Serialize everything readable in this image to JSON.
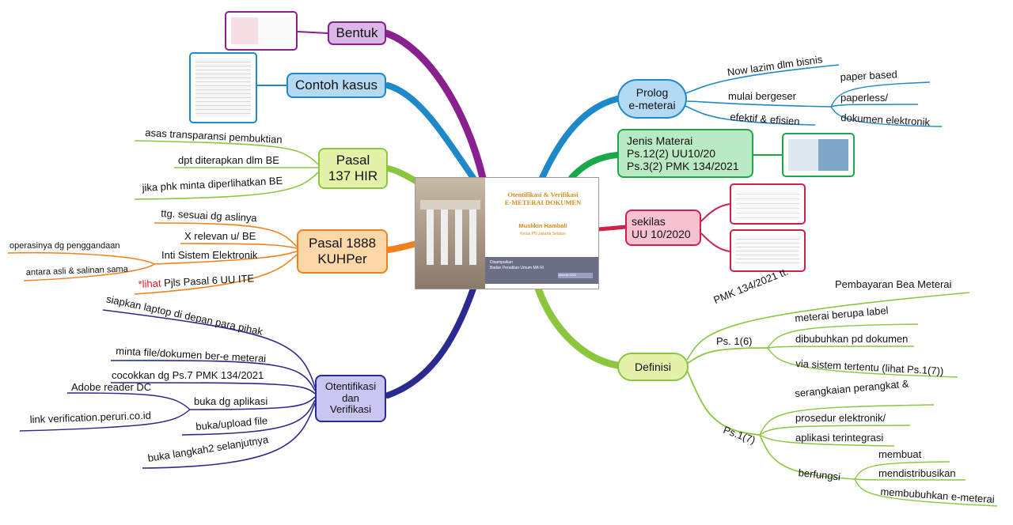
{
  "central": {
    "title_line1": "Otentifikasi & Verifikasi",
    "title_line2": "E-METERAI DOKUMEN",
    "author": "Muslikin Hambali",
    "org": "Ketua PN Jakarta Selatan",
    "footer_line1": "Disampaikan",
    "footer_line2": "Badan Peradilan Umum MA RI",
    "footer_tag": "Jakarta 2022"
  },
  "nodes": {
    "bentuk": "Bentuk",
    "contoh_kasus": "Contoh kasus",
    "pasal137_l1": "Pasal",
    "pasal137_l2": "137 HIR",
    "pasal1888_l1": "Pasal 1888",
    "pasal1888_l2": "KUHPer",
    "oten_l1": "Otentifikasi",
    "oten_l2": "dan",
    "oten_l3": "Verifikasi",
    "prolog_l1": "Prolog",
    "prolog_l2": "e-meterai",
    "jenis_l1": "Jenis Materai",
    "jenis_l2": "Ps.12(2) UU10/20",
    "jenis_l3": "Ps.3(2) PMK 134/2021",
    "sekilas_l1": "sekilas",
    "sekilas_l2": "UU 10/2020",
    "definisi": "Definisi"
  },
  "labels": {
    "p137": [
      "asas transparansi pembuktian",
      "dpt diterapkan dlm BE",
      "jika phk minta diperlihatkan BE"
    ],
    "p1888": [
      "ttg. sesuai dg aslinya",
      "X relevan u/ BE",
      "Inti Sistem Elektronik",
      "operasinya dg penggandaan",
      "antara asli & salinan sama"
    ],
    "p1888_note_prefix": "*lihat",
    "p1888_note_rest": " Pjls Pasal 6 UU ITE",
    "oten": [
      "siapkan laptop di depan para pihak",
      "minta file/dokumen ber-e meterai",
      "cocokkan dg Ps.7 PMK 134/2021",
      "buka dg aplikasi",
      "Adobe reader DC",
      "link verification.peruri.co.id",
      "buka/upload file",
      "buka langkah2 selanjutnya"
    ],
    "prolog": [
      "Now lazim dlm bisnis",
      "mulai bergeser",
      "efektif & efisien",
      "paper based",
      "paperless/",
      "dokumen elektronik"
    ],
    "def_pmk": "PMK 134/2021 tt.",
    "def_pembayaran": "Pembayaran Bea Meterai",
    "def_ps16": "Ps. 1(6)",
    "def_ps16_items": [
      "meterai berupa label",
      "dibubuhkan pd dokumen",
      "via sistem tertentu (lihat Ps.1(7))"
    ],
    "def_ps17": "Ps.1(7)",
    "def_ps17_items": [
      "serangkaian perangkat &",
      "prosedur elektronik/",
      "aplikasi terintegrasi"
    ],
    "def_berfungsi": "berfungsi",
    "def_berfungsi_items": [
      "membuat",
      "mendistribusikan",
      "membubuhkan e-meterai"
    ]
  },
  "colors": {
    "purple": "#8a1f8f",
    "blue": "#1e88c8",
    "green_light": "#8cc63f",
    "orange": "#f0821e",
    "navy": "#2a2a8f",
    "green": "#1aa84a",
    "crimson": "#d0204a",
    "red_note": "#e02020"
  }
}
